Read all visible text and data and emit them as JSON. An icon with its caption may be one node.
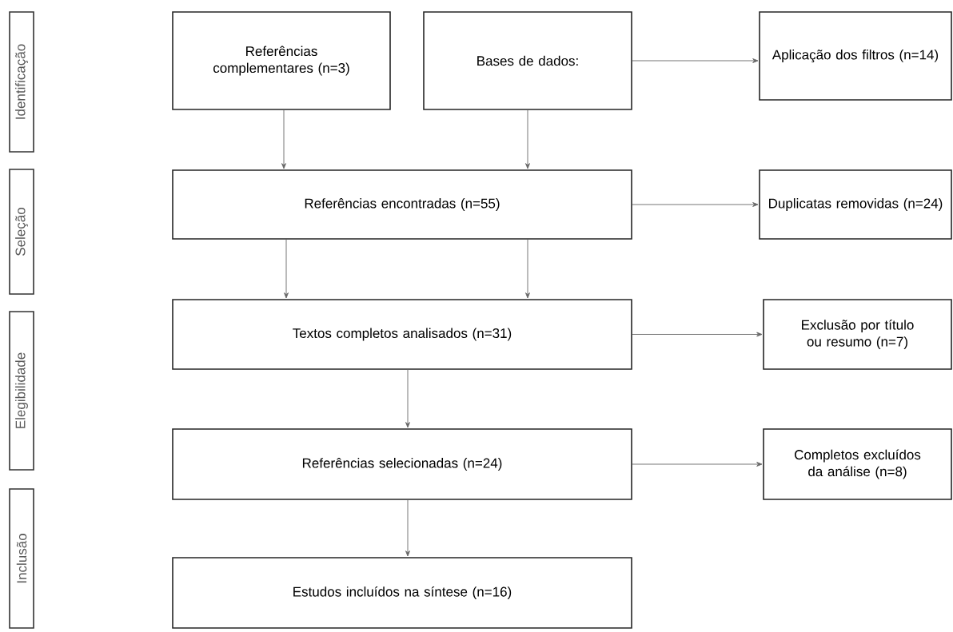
{
  "diagram": {
    "nodes": [
      {
        "text": [
          "Identificação"
        ]
      },
      {
        "text": [
          "Seleção"
        ]
      },
      {
        "text": [
          "Elegibilidade"
        ]
      },
      {
        "text": [
          "Inclusão"
        ]
      },
      {
        "text": [
          "Referências complementares (n=3)"
        ]
      },
      {
        "text": [
          "Bases de dados:"
        ]
      },
      {
        "text": [
          "Aplicação dos filtros (n=14)"
        ]
      },
      {
        "text": [
          "Referências encontradas  (n=55)"
        ]
      },
      {
        "text": [
          "Duplicatas removidas (n=24)"
        ]
      },
      {
        "text": [
          "Textos completos analisados (n=31)"
        ]
      },
      {
        "text": [
          "Exclusão por título ou resumo (n=7)"
        ]
      },
      {
        "text": [
          "Referências selecionadas (n=24)"
        ]
      },
      {
        "text": [
          "Completos excluídos da análise (n=8)"
        ]
      },
      {
        "text": [
          "Estudos incluídos na síntese (n=16)"
        ]
      }
    ],
    "edges": [
      {
        "from": 4,
        "to": 7,
        "arrow": "to"
      },
      {
        "from": 5,
        "to": 7,
        "arrow": "to"
      },
      {
        "from": 5,
        "to": 6,
        "arrow": "to"
      },
      {
        "from": 7,
        "to": 9,
        "arrow": "to"
      },
      {
        "from": 7,
        "to": 9,
        "arrow": "to"
      },
      {
        "from": 7,
        "to": 8,
        "arrow": "to"
      },
      {
        "from": 9,
        "to": 11,
        "arrow": "to"
      },
      {
        "from": 9,
        "to": 10,
        "arrow": "to"
      },
      {
        "from": 11,
        "to": 13,
        "arrow": "to"
      },
      {
        "from": 11,
        "to": 12,
        "arrow": "to"
      }
    ]
  }
}
